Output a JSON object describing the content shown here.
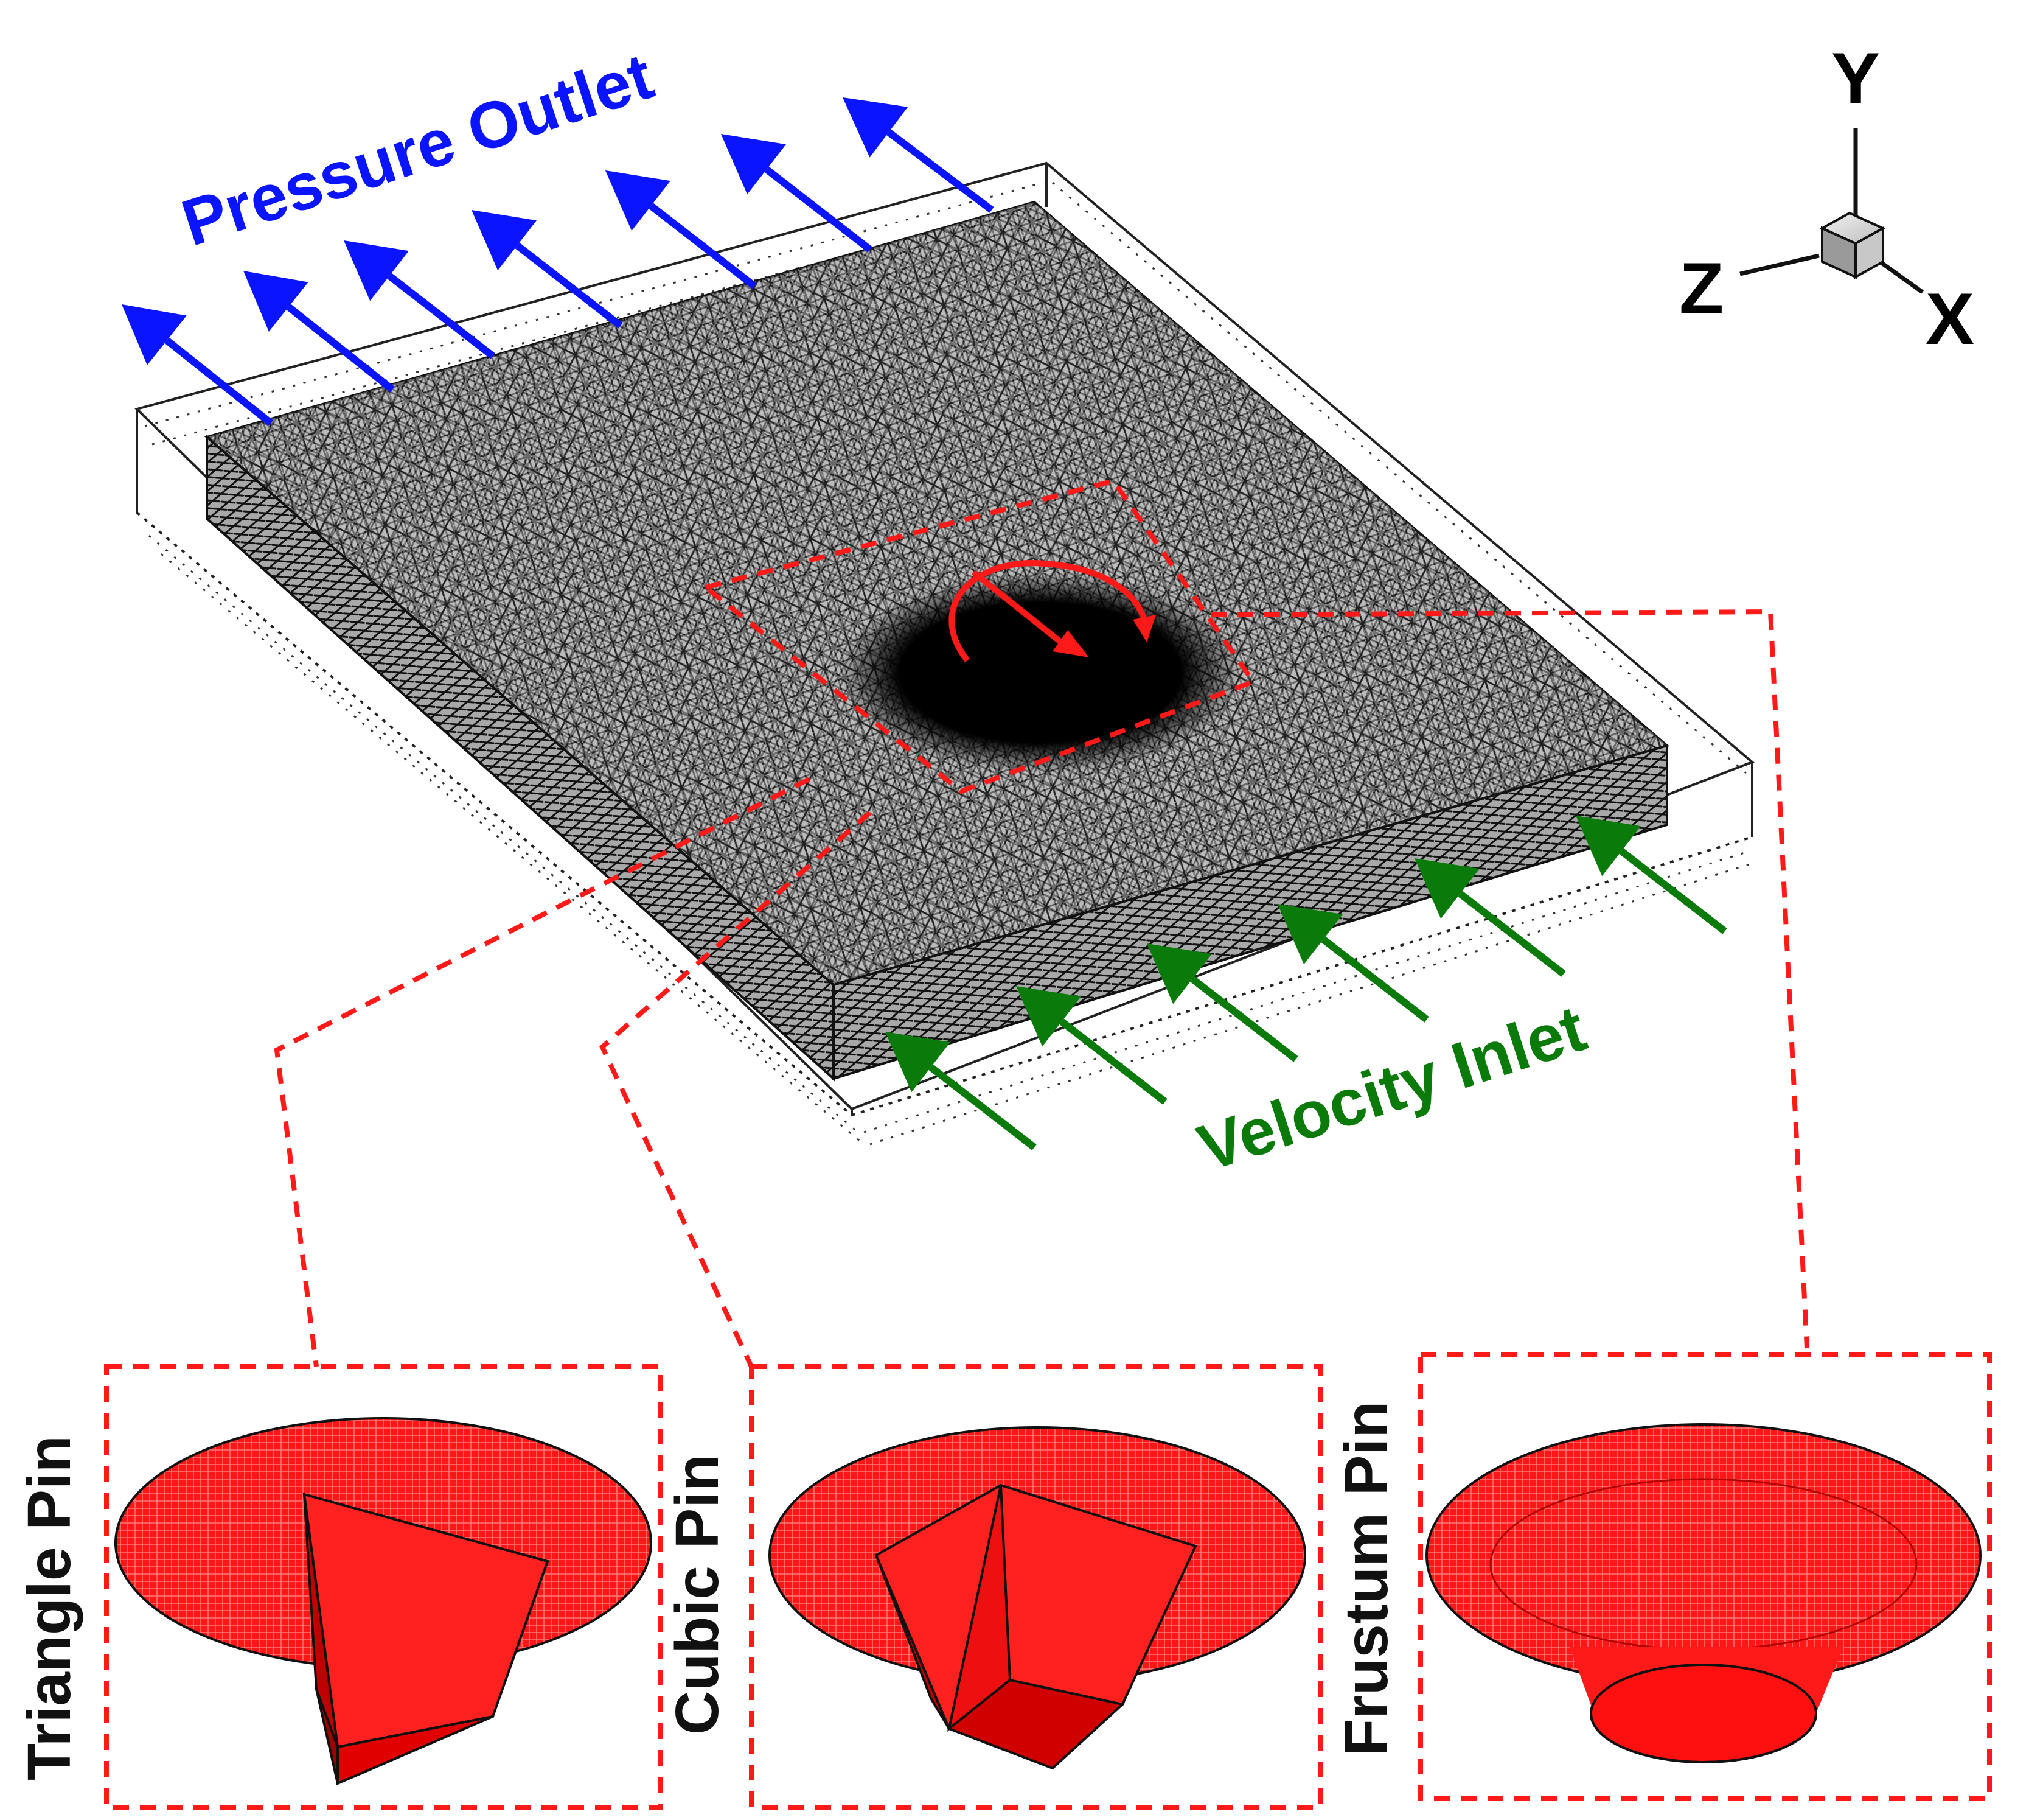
{
  "labels": {
    "pressure_outlet": "Pressure Outlet",
    "velocity_inlet": "Velocity Inlet",
    "axis_y": "Y",
    "axis_z": "Z",
    "axis_x": "X"
  },
  "pins": [
    {
      "name": "Triangle Pin"
    },
    {
      "name": "Cubic Pin"
    },
    {
      "name": "Frustum Pin"
    }
  ],
  "colors": {
    "outlet_arrow": "#0a14ff",
    "inlet_arrow": "#0a7a0a",
    "highlight": "#ff1a1a",
    "pin_fill": "#ff1010",
    "mesh_dark": "#1e1e1e"
  },
  "icons": {
    "rotation": "curved-rotation-arrow",
    "axis_cube": "axis-triad-cube"
  }
}
